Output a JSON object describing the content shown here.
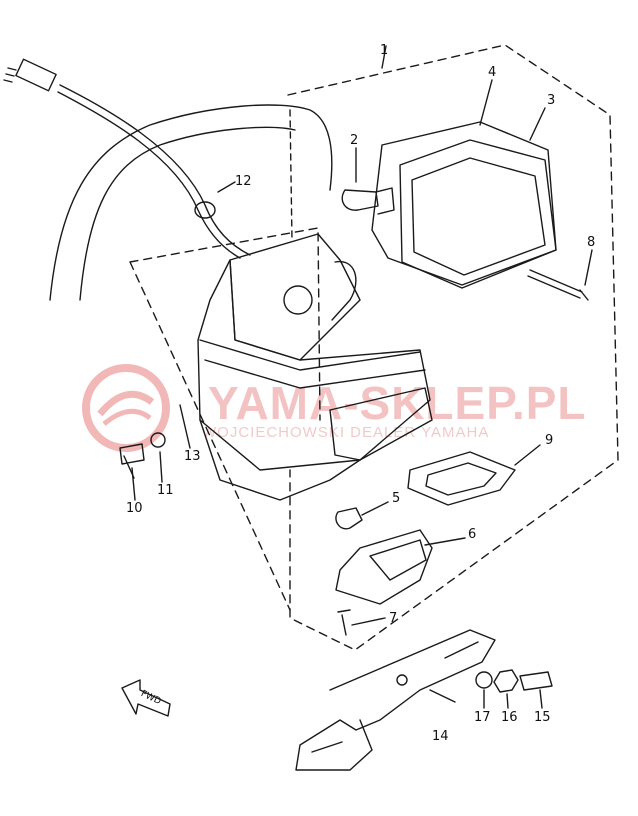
{
  "callouts": [
    {
      "key": "c1",
      "text": "1"
    },
    {
      "key": "c2",
      "text": "2"
    },
    {
      "key": "c3",
      "text": "3"
    },
    {
      "key": "c4",
      "text": "4"
    },
    {
      "key": "c5",
      "text": "5"
    },
    {
      "key": "c6",
      "text": "6"
    },
    {
      "key": "c7",
      "text": "7"
    },
    {
      "key": "c8",
      "text": "8"
    },
    {
      "key": "c9",
      "text": "9"
    },
    {
      "key": "c10",
      "text": "10"
    },
    {
      "key": "c11",
      "text": "11"
    },
    {
      "key": "c12",
      "text": "12"
    },
    {
      "key": "c13",
      "text": "13"
    },
    {
      "key": "c14",
      "text": "14"
    },
    {
      "key": "c15",
      "text": "15"
    },
    {
      "key": "c16",
      "text": "16"
    },
    {
      "key": "c17",
      "text": "17"
    }
  ],
  "fwd_arrow": {
    "text": "FWD"
  },
  "watermark": {
    "main": "YAMA-SKLEP.PL",
    "sub": "WOJCIECHOWSKI DEALER YAMAHA",
    "color": "#e89a9a"
  },
  "colors": {
    "line": "#1a1a1a",
    "background": "#ffffff"
  }
}
